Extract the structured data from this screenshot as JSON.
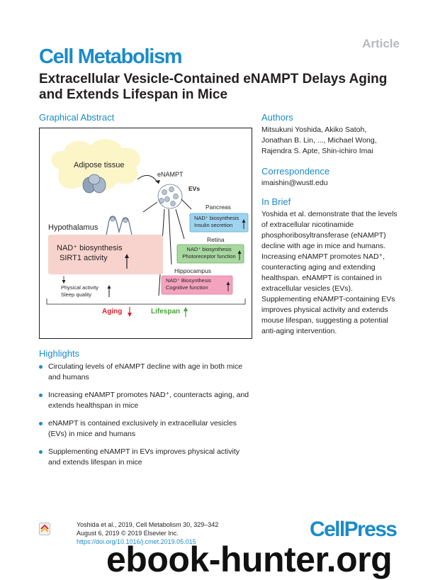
{
  "header": {
    "article_label": "Article",
    "journal": "Cell Metabolism",
    "title": "Extracellular Vesicle-Contained eNAMPT Delays Aging and Extends Lifespan in Mice"
  },
  "graphical_abstract": {
    "heading": "Graphical Abstract",
    "adipose": "Adipose tissue",
    "enampt": "eNAMPT",
    "evs": "EVs",
    "pancreas": "Pancreas",
    "pancreas_box": [
      "NAD⁺ biosynthesis",
      "Insulin secretion"
    ],
    "retina": "Retina",
    "retina_box": [
      "NAD⁺ biosynthesis",
      "Photoreceptor function"
    ],
    "hippocampus": "Hippocampus",
    "hippocampus_box": [
      "NAD⁺ Biosynthesis",
      "Cognitive function"
    ],
    "hypothalamus": "Hypothalamus",
    "hypothalamus_box": [
      "NAD⁺ biosynthesis",
      "SIRT1 activity"
    ],
    "physical": [
      "Physical activity",
      "Sleep quality"
    ],
    "aging": "Aging",
    "lifespan": "Lifespan",
    "colors": {
      "pancreas": "#9fd3ee",
      "retina": "#a8d8a0",
      "hippocampus": "#f4a3bf",
      "hypothalamus": "#f8d3cd",
      "adipose": "#fbf5c8",
      "aging": "#d9232d",
      "lifespan": "#43a634"
    }
  },
  "authors": {
    "heading": "Authors",
    "lines": [
      "Mitsukuni Yoshida, Akiko Satoh,",
      "Jonathan B. Lin, ..., Michael Wong,",
      "Rajendra S. Apte, Shin-ichiro Imai"
    ]
  },
  "correspondence": {
    "heading": "Correspondence",
    "email": "imaishin@wustl.edu"
  },
  "in_brief": {
    "heading": "In Brief",
    "lines": [
      "Yoshida et al. demonstrate that the levels",
      "of extracellular nicotinamide",
      "phosphoribosyltransferase (eNAMPT)",
      "decline with age in mice and humans.",
      "Increasing eNAMPT promotes NAD⁺,",
      "counteracting aging and extending",
      "healthspan. eNAMPT is contained in",
      "extracellular vesicles (EVs).",
      "Supplementing eNAMPT-containing EVs",
      "improves physical activity and extends",
      "mouse lifespan, suggesting a potential",
      "anti-aging intervention."
    ]
  },
  "highlights": {
    "heading": "Highlights",
    "items": [
      [
        "Circulating levels of eNAMPT decline with age in both mice",
        "and humans"
      ],
      [
        "Increasing eNAMPT promotes NAD⁺, counteracts aging, and",
        "extends healthspan in mice"
      ],
      [
        "eNAMPT is contained exclusively in extracellular vesicles",
        "(EVs) in mice and humans"
      ],
      [
        "Supplementing eNAMPT in EVs improves physical activity",
        "and extends lifespan in mice"
      ]
    ]
  },
  "citation": {
    "line1": "Yoshida et al., 2019, Cell Metabolism 30, 329–342",
    "line2": "August 6, 2019 © 2019 Elsevier Inc.",
    "doi": "https://doi.org/10.1016/j.cmet.2019.05.015"
  },
  "cellpress": "CellPress",
  "watermark": "ebook-hunter.org",
  "icons": {
    "crossmark": "crossmark-icon",
    "bullet": "bullet-icon",
    "up_arrow": "up-arrow-icon",
    "down_arrow": "down-arrow-icon"
  }
}
